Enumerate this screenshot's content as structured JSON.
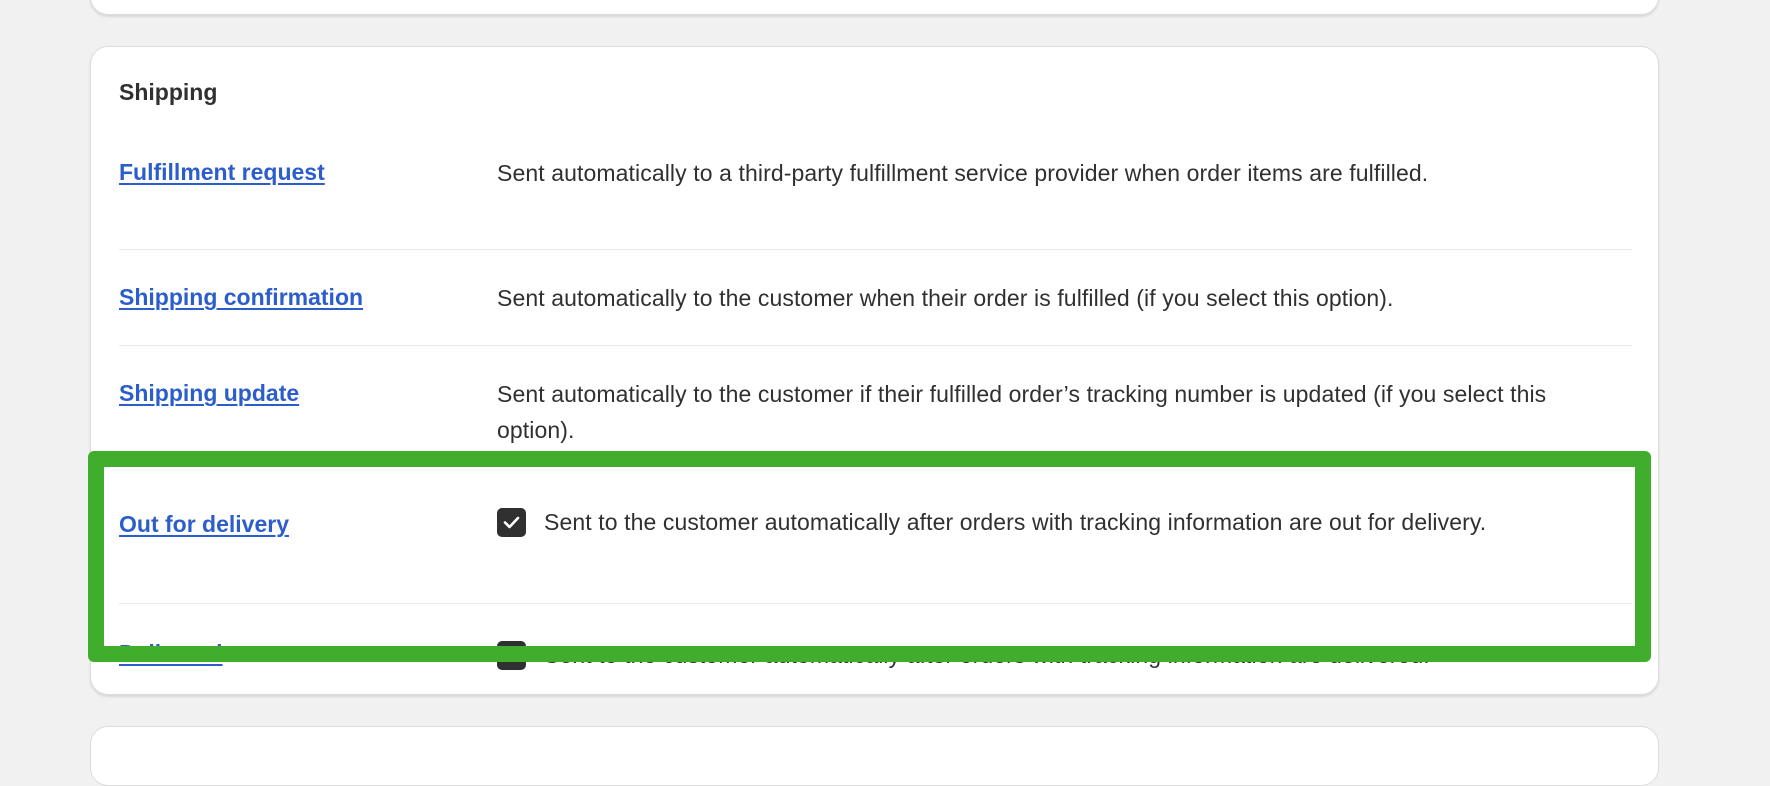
{
  "section": {
    "title": "Shipping"
  },
  "rows": [
    {
      "name": "Fulfillment request",
      "description": "Sent automatically to a third-party fulfillment service provider when order items are fulfilled."
    },
    {
      "name": "Shipping confirmation",
      "description": "Sent automatically to the customer when their order is fulfilled (if you select this option)."
    },
    {
      "name": "Shipping update",
      "description": "Sent automatically to the customer if their fulfilled order’s tracking number is updated (if you select this option)."
    },
    {
      "name": "Out for delivery",
      "description": "Sent to the customer automatically after orders with tracking information are out for delivery.",
      "checked": true
    },
    {
      "name": "Delivered",
      "description": "Sent to the customer automatically after orders with tracking information are delivered.",
      "checked": true
    }
  ],
  "icons": {
    "checkbox": "checkmark-icon"
  },
  "colors": {
    "link": "#2c5ecb",
    "highlight": "#40ad2d",
    "checkbox": "#303030"
  }
}
